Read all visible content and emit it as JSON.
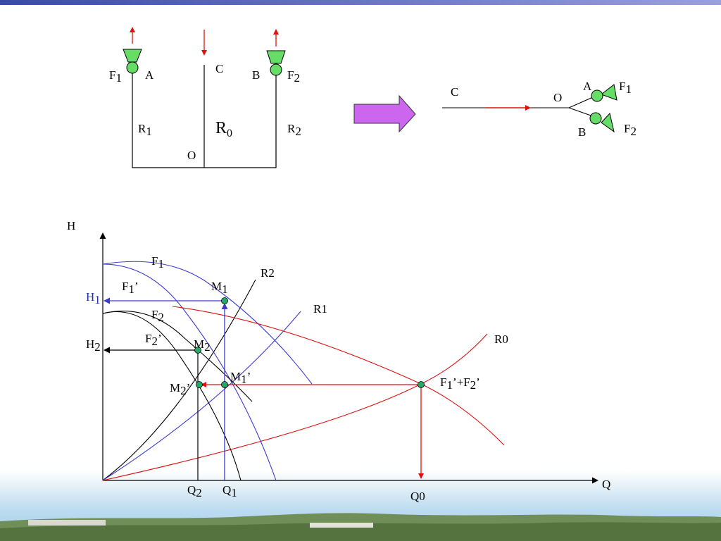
{
  "colors": {
    "red": "#e01010",
    "blue": "#3b3bd0",
    "black": "#000000",
    "fan_green": "#66dd66",
    "point_green": "#22aa66",
    "arrow_purple": "#cc66ee"
  },
  "icons": {
    "fan": "fan-icon",
    "arrow": "big-right-arrow-icon"
  },
  "network_left": {
    "F1": "F",
    "F1_sub": "1",
    "A": "A",
    "C": "C",
    "B": "B",
    "F2": "F",
    "F2_sub": "2",
    "R1": "R",
    "R1_sub": "1",
    "R0": "R",
    "R0_sub": "0",
    "R2": "R",
    "R2_sub": "2",
    "O": "O"
  },
  "network_right": {
    "C": "C",
    "O": "O",
    "A": "A",
    "F1": "F",
    "F1_sub": "1",
    "B": "B",
    "F2": "F",
    "F2_sub": "2"
  },
  "graph": {
    "axis_h": "H",
    "axis_q": "Q",
    "H1": "H",
    "H1_sub": "1",
    "H2": "H",
    "H2_sub": "2",
    "F1": "F",
    "F1_sub": "1",
    "F1p": "F",
    "F1p_sub": "1",
    "F1p_prime": "’",
    "F2": "F",
    "F2_sub": "2",
    "F2p": "F",
    "F2p_sub": "2",
    "F2p_prime": "’",
    "M1": "M",
    "M1_sub": "1",
    "M2": "M",
    "M2_sub": "2",
    "M1p": "M",
    "M1p_sub": "1",
    "M1p_prime": "’",
    "M2p": "M",
    "M2p_sub": "2",
    "M2p_prime": "’",
    "R2": "R2",
    "R1": "R1",
    "R0": "R0",
    "sum": "F",
    "sum_sub1": "1",
    "sum_mid": "’+F",
    "sum_sub2": "2",
    "sum_end": "’",
    "Q2": "Q",
    "Q2_sub": "2",
    "Q1": "Q",
    "Q1_sub": "1",
    "Q0": "Q0"
  }
}
